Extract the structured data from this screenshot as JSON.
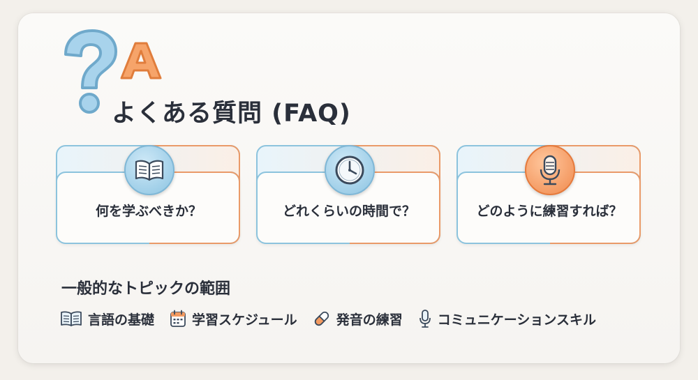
{
  "header": {
    "title": "よくある質問 (FAQ)"
  },
  "cards": [
    {
      "label": "何を学ぶべきか？",
      "icon": "book-icon"
    },
    {
      "label": "どれくらいの時間で？",
      "icon": "clock-icon"
    },
    {
      "label": "どのように練習すれば？",
      "icon": "microphone-icon"
    }
  ],
  "topics": {
    "title": "一般的なトピックの範囲",
    "items": [
      {
        "label": "言語の基礎",
        "icon": "book-icon"
      },
      {
        "label": "学習スケジュール",
        "icon": "calendar-icon"
      },
      {
        "label": "発音の練習",
        "icon": "pill-icon"
      },
      {
        "label": "コミュニケーションスキル",
        "icon": "microphone-icon"
      }
    ]
  },
  "colors": {
    "blue": "#8cc3dd",
    "orange": "#ea9a68",
    "text": "#2a2f3a"
  }
}
